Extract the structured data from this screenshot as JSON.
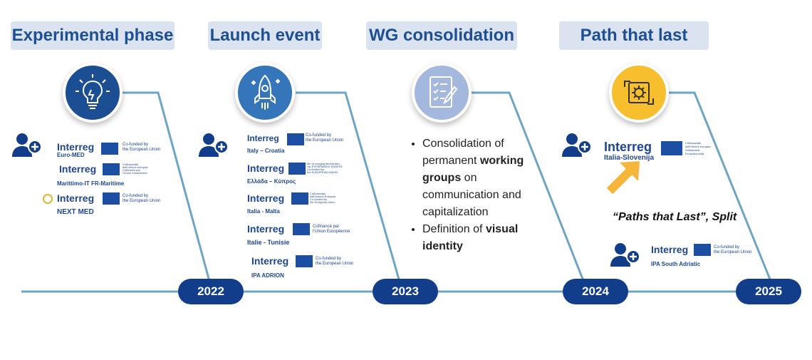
{
  "phases": [
    {
      "title": "Experimental phase",
      "icon": "lightbulb-icon",
      "color": "#1c4e94"
    },
    {
      "title": "Launch event",
      "icon": "rocket-icon",
      "color": "#3575ba"
    },
    {
      "title": "WG consolidation",
      "icon": "checklist-icon",
      "color": "#a3b8dc"
    },
    {
      "title": "Path that last",
      "icon": "gear-cycle-icon",
      "color": "#f7be2d"
    }
  ],
  "years": [
    "2022",
    "2023",
    "2024",
    "2025"
  ],
  "programmes": {
    "euromed": {
      "word": "Interreg",
      "sub": "Euro-MED",
      "eu": "Co-funded by\nthe European Union"
    },
    "marittimo": {
      "word": "Interreg",
      "sub": "Marittimo-IT FR-Maritime",
      "eu": "Cofinanziato\ndall'Unione europea\nCofinancé par\nl'Union européenne"
    },
    "nextmed": {
      "word": "Interreg",
      "sub": "NEXT MED",
      "eu": "Co-funded by\nthe European Union"
    },
    "italycroatia": {
      "word": "Interreg",
      "sub": "Italy – Croatia",
      "eu": "Co-funded by\nthe European Union"
    },
    "greececyprus": {
      "word": "Interreg",
      "sub": "Ελλάδα – Κύπρος",
      "eu": "Με τη συγχρηματοδότηση\nτης ΕΥΡΩΠΑΪΚΗΣ ΕΝΩΣΗΣ\nCo-funded by\nthe EUROPEAN UNION"
    },
    "italiamalta": {
      "word": "Interreg",
      "sub": "Italia - Malta",
      "eu": "Cofinanziato\ndall'Unione Europea\nCo-funded by\nthe European Union"
    },
    "italietunisie": {
      "word": "Interreg",
      "sub": "Italie - Tunisie",
      "eu": "Cofinancé par\nl'Union Européenne"
    },
    "ipaadrion": {
      "word": "Interreg",
      "sub": "IPA ADRION",
      "eu": "Co-funded by\nthe European Union"
    },
    "italiaslovenija": {
      "word": "Interreg",
      "sub": "Italia-Slovenija",
      "eu": "Cofinanziato\ndall'Unione europea\nSofinancira\nEvropska unija"
    },
    "ipasouthadriatic": {
      "word": "Interreg",
      "sub": "IPA South Adriatic",
      "eu": "Co-funded by\nthe European Union"
    }
  },
  "bullets": [
    {
      "pre": "Consolidation of permanent ",
      "b1": "working groups",
      "post": " on communication and capitalization"
    },
    {
      "pre": "Definition of ",
      "b1": "visual identity",
      "post": ""
    }
  ],
  "event": "“Paths that Last”, Split",
  "colors": {
    "line": "#6fa5c4",
    "navy": "#123d8a",
    "arrow": "#f6b63a"
  }
}
